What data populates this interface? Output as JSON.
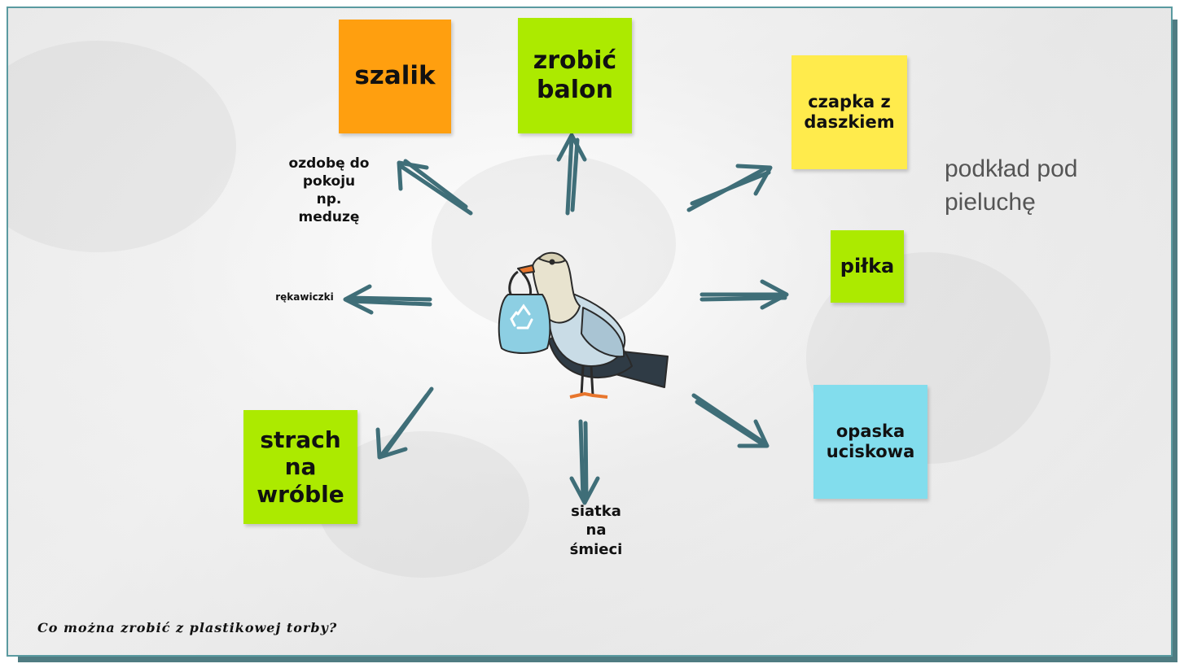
{
  "colors": {
    "orange": "#ff9f0f",
    "lime": "#acea00",
    "yellow": "#ffeb4c",
    "cyan": "#82dded",
    "arrow": "#3f6e78",
    "slide_border": "#5a9aa0",
    "slide_shadow": "#4f7c82"
  },
  "notes": {
    "szalik": "szalik",
    "balon_l1": "zrobić",
    "balon_l2": "balon",
    "czapka_l1": "czapka z",
    "czapka_l2": "daszkiem",
    "pilka": "piłka",
    "opaska_l1": "opaska",
    "opaska_l2": "uciskowa",
    "strach_l1": "strach",
    "strach_l2": "na",
    "strach_l3": "wróble"
  },
  "labels": {
    "ozdobe_l1": "ozdobę do",
    "ozdobe_l2": "pokoju",
    "ozdobe_l3": "np.",
    "ozdobe_l4": "meduzę",
    "rekawiczki": "rękawiczki",
    "siatka_l1": "siatka",
    "siatka_l2": "na",
    "siatka_l3": "śmieci"
  },
  "extra_text": {
    "line1": "podkład pod",
    "line2": "pieluchę"
  },
  "caption": "Co można zrobić z plastikowej torby?",
  "icons": [
    "seagull-with-recycling-bag-icon",
    "recycle-icon"
  ]
}
